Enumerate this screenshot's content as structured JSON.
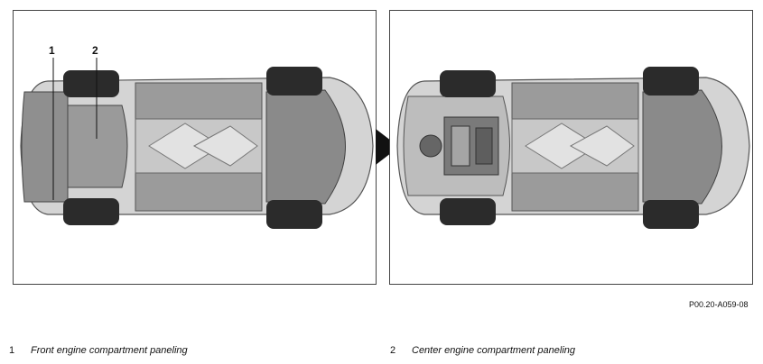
{
  "figure": {
    "callouts": [
      "1",
      "2"
    ],
    "reference_code": "P00.20-A059-08",
    "arrow_icon": "arrow-right-icon"
  },
  "legend": [
    {
      "num": "1",
      "text": "Front engine compartment paneling"
    },
    {
      "num": "2",
      "text": "Center engine compartment paneling"
    }
  ],
  "colors": {
    "panel_gray": "#8f8f8f",
    "dark": "#2b2b2b",
    "frame": "#444444"
  }
}
